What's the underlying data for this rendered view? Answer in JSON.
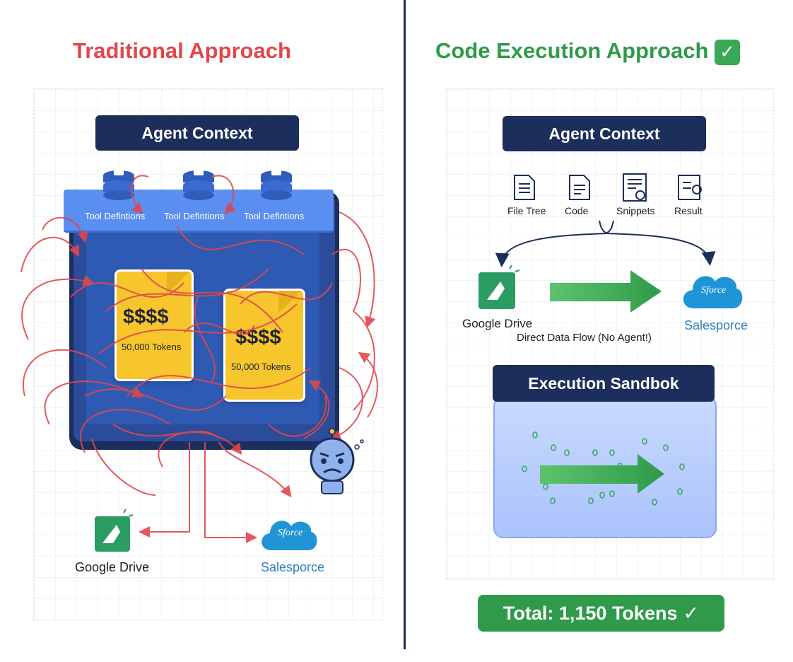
{
  "left": {
    "heading": "Traditional Approach",
    "context_title": "Agent Context",
    "tool_labels": [
      "Tool Defintions",
      "Tool Defintions",
      "Tool Defintions"
    ],
    "doc1": {
      "price": "$$$$",
      "tokens": "50,000 Tokens"
    },
    "doc2": {
      "price": "$$$$",
      "tokens": "50,000 Tokens"
    },
    "drive_label": "Google Drive",
    "salesforce_label": "Salesporce",
    "salesforce_logo_text": "Sforce"
  },
  "right": {
    "heading": "Code Execution Approach",
    "context_title": "Agent Context",
    "files": [
      {
        "label": "File Tree",
        "icon": "file-tree-icon"
      },
      {
        "label": "Code",
        "icon": "code-file-icon"
      },
      {
        "label": "Snippets",
        "icon": "snippets-icon"
      },
      {
        "label": "Result",
        "icon": "result-icon"
      }
    ],
    "drive_label": "Google Drive",
    "salesforce_label": "Salesporce",
    "salesforce_logo_text": "Sforce",
    "flow_label": "Direct Data Flow (No Agent!)",
    "sandbox_title": "Execution Sandbok",
    "total": "Total: 1,150 Tokens",
    "total_check": "✓"
  },
  "colors": {
    "red": "#e0474c",
    "green": "#2e9a4a",
    "navy": "#1c2e5b",
    "blue_label": "#2e7fc0"
  }
}
